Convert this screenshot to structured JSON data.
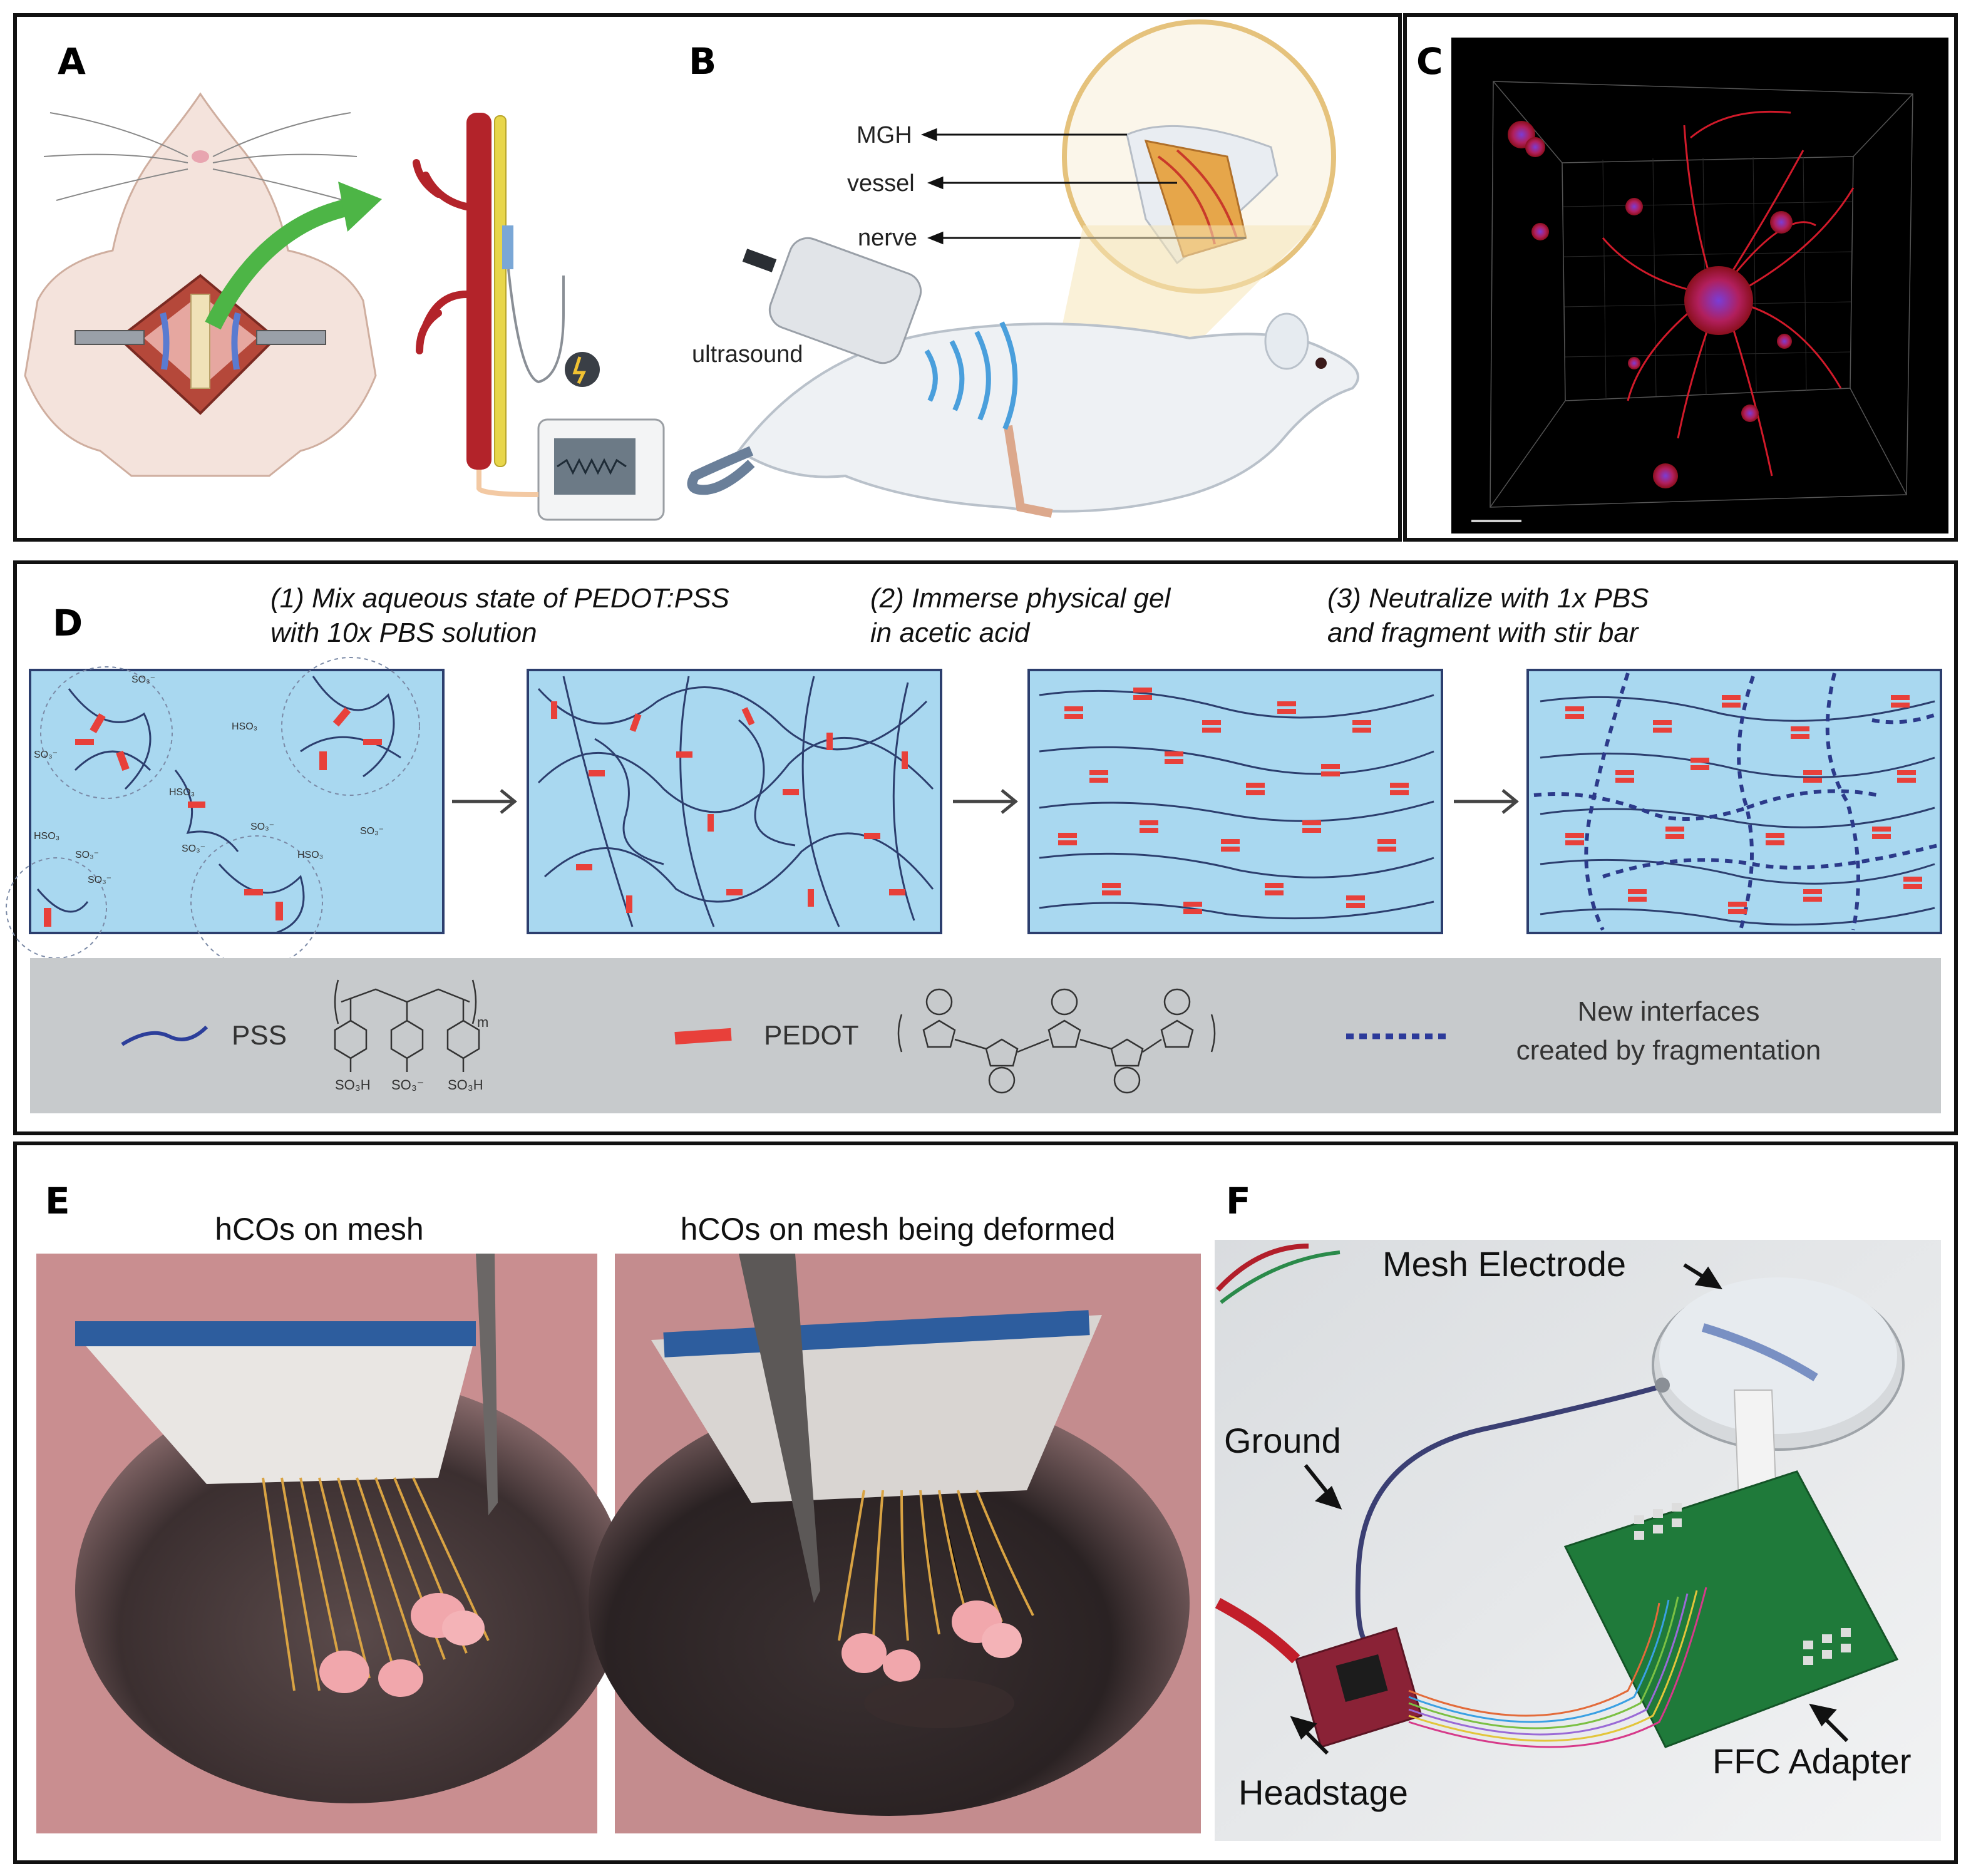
{
  "panels": {
    "a": {
      "letter": "A"
    },
    "b": {
      "letter": "B",
      "labels": {
        "mgh": "MGH",
        "vessel": "vessel",
        "nerve": "nerve",
        "ultrasound": "ultrasound"
      }
    },
    "c": {
      "letter": "C"
    },
    "d": {
      "letter": "D",
      "steps": [
        {
          "line1": "(1) Mix aqueous state of PEDOT:PSS",
          "line2": "with 10x PBS solution"
        },
        {
          "line1": "(2) Immerse physical gel",
          "line2": "in acetic acid"
        },
        {
          "line1": "(3) Neutralize with 1x PBS",
          "line2": "and fragment with stir bar"
        }
      ],
      "ions": [
        "SO₃⁻",
        "HSO₃",
        "SO₃⁻",
        "SO₃⁻",
        "HSO₃",
        "SO₃⁻",
        "HSO₃",
        "SO₃⁻",
        "SO₃⁻",
        "HSO₃",
        "SO₃⁻"
      ],
      "legend": {
        "pss": "PSS",
        "pedot": "PEDOT",
        "interfaces_line1": "New interfaces",
        "interfaces_line2": "created by fragmentation",
        "pss_groups": [
          "SO₃H",
          "SO₃⁻",
          "SO₃H"
        ],
        "m": "m"
      }
    },
    "e": {
      "letter": "E",
      "left_title": "hCOs on mesh",
      "right_title": "hCOs on mesh being deformed"
    },
    "f": {
      "letter": "F",
      "labels": {
        "mesh_electrode": "Mesh Electrode",
        "ground": "Ground",
        "headstage": "Headstage",
        "ffc_adapter": "FFC Adapter"
      }
    }
  },
  "colors": {
    "gel_blue": "#a9d8f0",
    "pedot_red": "#e8403a",
    "pss_navy": "#2c3e6e",
    "legend_gray": "#c7cacc",
    "confocal_red": "#d11a2a",
    "confocal_bg": "#000000"
  }
}
